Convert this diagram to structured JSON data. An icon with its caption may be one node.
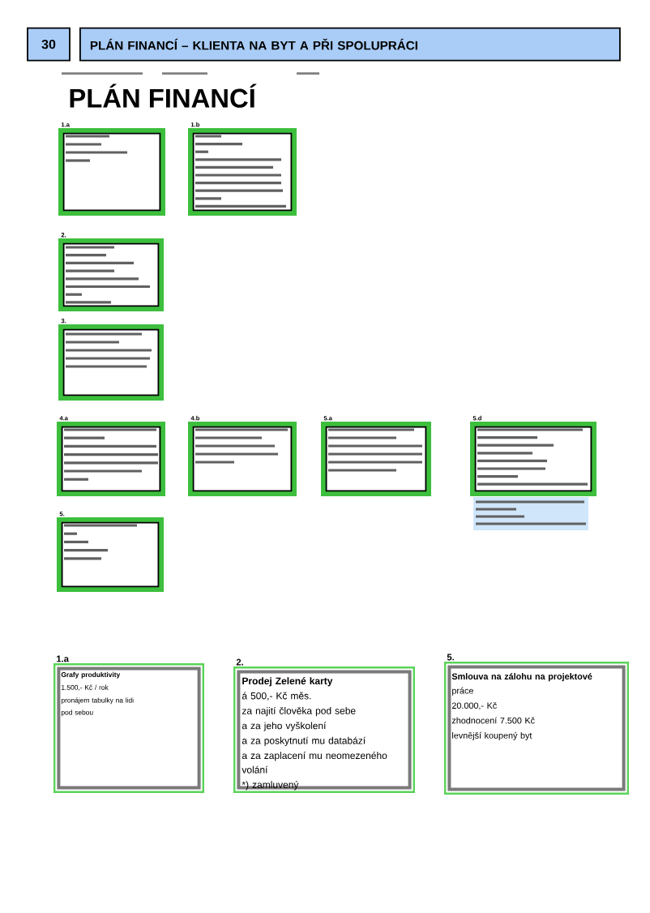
{
  "diagram": {
    "title": "PLÁN FINANCÍ – KLIENTA NA BYT A PŘI SPOLUPRÁCI",
    "nodes": [
      {
        "text": [
          "1.a"
        ]
      },
      {
        "text": [
          "1.b"
        ]
      },
      {
        "text": [
          "2."
        ]
      },
      {
        "text": [
          "3."
        ]
      },
      {
        "text": [
          "4.a"
        ]
      },
      {
        "text": [
          "4.b"
        ]
      },
      {
        "text": [
          "5.a"
        ]
      },
      {
        "text": [
          "5.d"
        ]
      },
      {
        "text": [],
        "shape": "box"
      },
      {
        "text": [
          "5."
        ]
      },
      {
        "text": [
          "1.a",
          "Grafy produktivity",
          "1.500,- Kč / rok",
          "pronájem tabulky na lidi pod sebou"
        ]
      },
      {
        "text": [
          "2.",
          "Prodej Zelené karty",
          "á 500,- Kč měs.",
          "za najití člověka pod sebe",
          "a za jeho vyškolení",
          "a za poskytnutí mu databází",
          "a za zaplacení mu neomezeného volání",
          "*) zamluvený"
        ]
      },
      {
        "text": [
          "5.",
          "**Smlouva na zálohu na projektové** práce",
          "20.000,- Kč",
          "zhodnocení 7.500 Kč",
          "levnější koupený byt"
        ]
      }
    ],
    "labels": [
      "30",
      "PLÁN FINANCÍ"
    ]
  }
}
